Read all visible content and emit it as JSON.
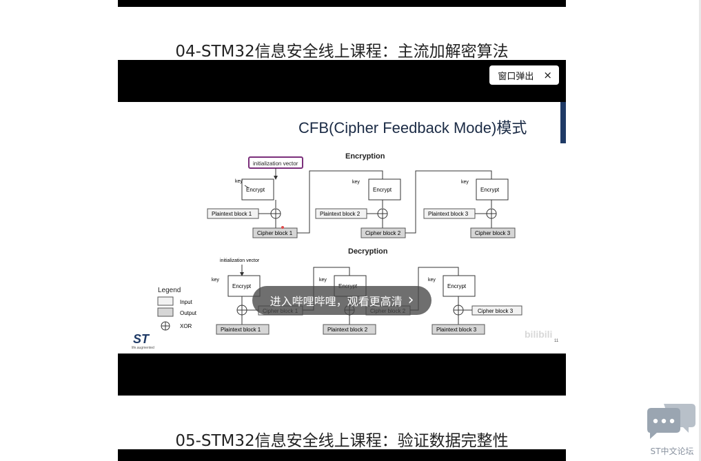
{
  "sections": [
    {
      "title": "04-STM32信息安全线上课程：主流加解密算法"
    },
    {
      "title": "05-STM32信息安全线上课程：验证数据完整性"
    }
  ],
  "player": {
    "popout_label": "窗口弹出",
    "popout_close": "×",
    "overlay_text": "进入哔哩哔哩，观看更高清",
    "overlay_chevron": "›"
  },
  "slide": {
    "title": "CFB(Cipher Feedback Mode)模式",
    "encryption_label": "Encryption",
    "decryption_label": "Decryption",
    "iv_label": "initialization vector",
    "key_label": "key",
    "encrypt_label": "Encrypt",
    "plaintext_blocks": [
      "Plaintext block 1",
      "Plaintext block 2",
      "Plaintext block 3"
    ],
    "cipher_blocks": [
      "Cipher block 1",
      "Cipher block 2",
      "Cipher block 3"
    ],
    "legend": {
      "title": "Legend",
      "input": "Input",
      "output": "Output",
      "xor": "XOR"
    },
    "logo": "ST",
    "logo_sub": "life.augmented",
    "page_number": "11",
    "watermark": "bilibili"
  },
  "chat_widget": {
    "label": "ST中文论坛"
  },
  "colors": {
    "player_bg": "#000000",
    "slide_accent": "#1f3a66",
    "iv_border": "#7a2e7a",
    "chat_icon": "#9aa5b1"
  }
}
